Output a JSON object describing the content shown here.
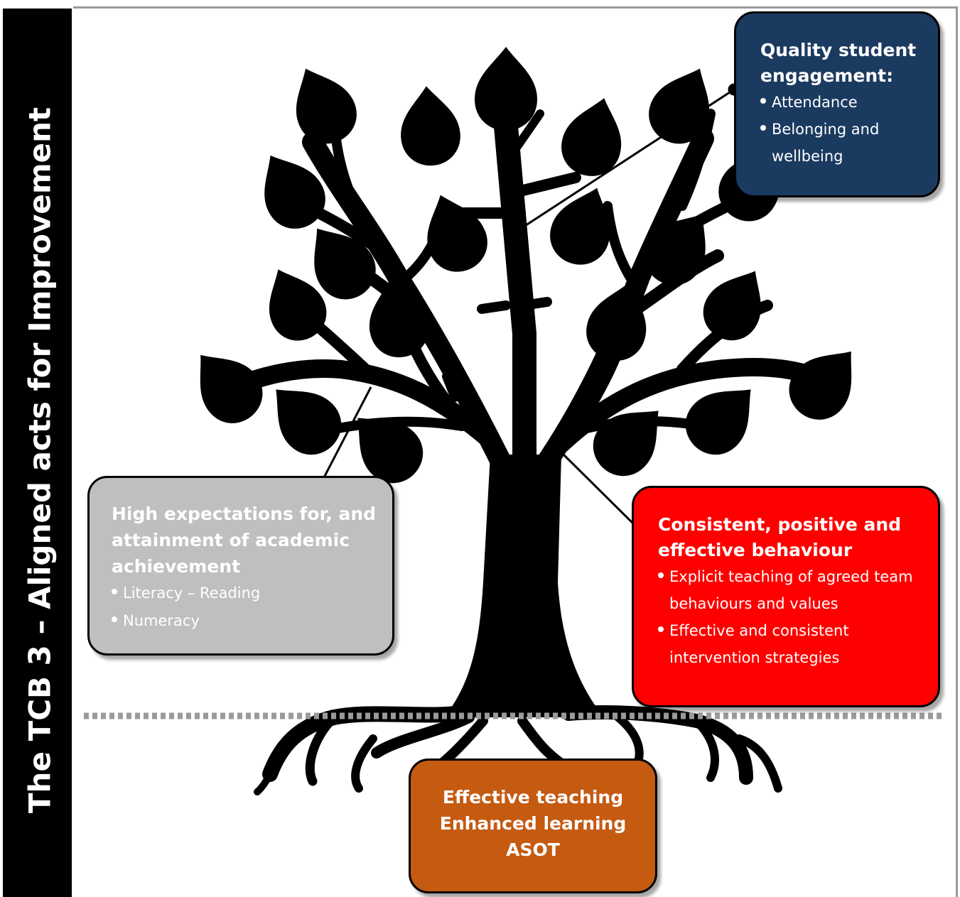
{
  "sidebar": {
    "title": "The TCB 3 – Aligned acts for Improvement"
  },
  "cards": {
    "engagement": {
      "title_line1": "Quality student",
      "title_line2": "engagement:",
      "items": [
        "Attendance",
        "Belonging and wellbeing"
      ]
    },
    "academic": {
      "title_line1": "High expectations for, and",
      "title_line2": "attainment of academic",
      "title_line3": "achievement",
      "items": [
        "Literacy – Reading",
        "Numeracy"
      ]
    },
    "behaviour": {
      "title_line1": "Consistent, positive and",
      "title_line2": "effective behaviour",
      "items": [
        "Explicit teaching of agreed team behaviours and values",
        "Effective and consistent intervention strategies"
      ]
    },
    "teaching": {
      "lines": [
        "Effective teaching",
        "Enhanced learning",
        "ASOT"
      ]
    }
  },
  "colors": {
    "sidebar": "#000000",
    "engagement_card": "#1b3a60",
    "academic_card": "#bfbfbf",
    "behaviour_card": "#ff0000",
    "teaching_card": "#c55a11",
    "tree": "#000000",
    "ground_line": "#9a9a9a"
  },
  "icons": {
    "tree": "tree-silhouette-icon"
  }
}
